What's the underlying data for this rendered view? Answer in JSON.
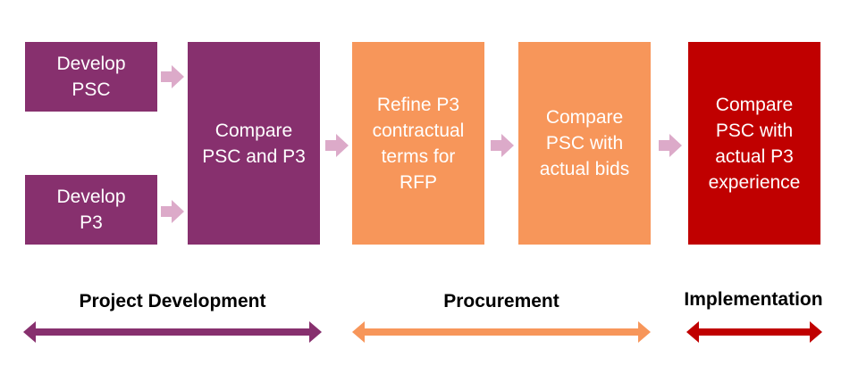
{
  "colors": {
    "purple": "#87306e",
    "orange": "#f7965a",
    "red": "#c00000",
    "connector": "#dcaac9"
  },
  "boxes": {
    "develop_psc": "Develop\nPSC",
    "develop_p3": "Develop\nP3",
    "compare_psc_p3": "Compare\nPSC and P3",
    "refine_p3": "Refine P3\ncontractual\nterms for\nRFP",
    "compare_bids": "Compare\nPSC with\nactual bids",
    "compare_experience": "Compare\nPSC with\nactual P3\nexperience"
  },
  "phases": {
    "project_development": "Project Development",
    "procurement": "Procurement",
    "implementation": "Implementation"
  }
}
